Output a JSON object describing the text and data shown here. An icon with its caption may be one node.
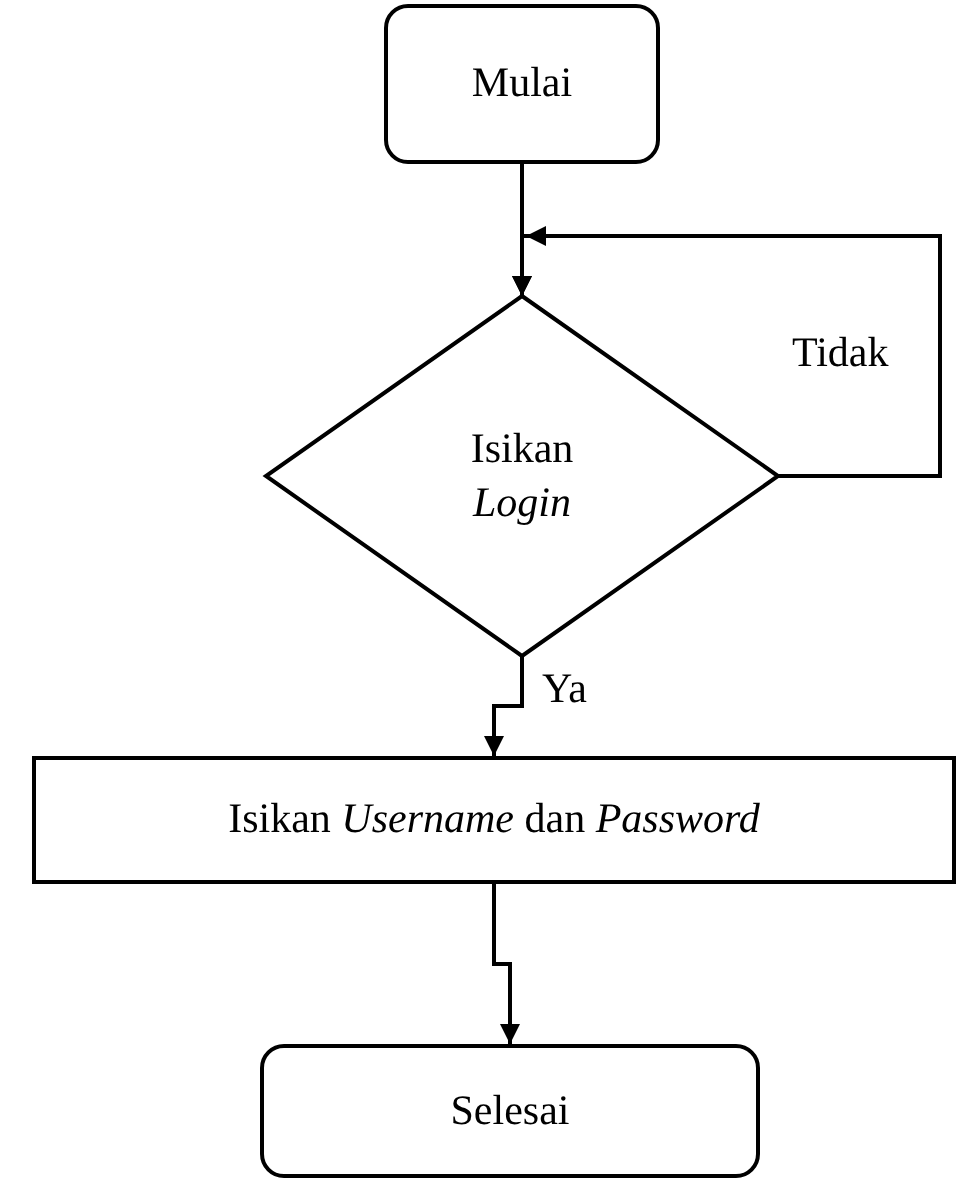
{
  "diagram": {
    "nodes": [
      {
        "text": [
          "Mulai"
        ]
      },
      {
        "text": [
          "Isikan *Login*"
        ]
      },
      {
        "text": [
          "Isikan *Username* dan *Password*"
        ]
      },
      {
        "text": [
          "Selesai"
        ]
      }
    ],
    "edges": [
      {
        "from": 0,
        "to": 1,
        "arrow": "to"
      },
      {
        "from": 1,
        "to": 1,
        "arrow": "to",
        "label": "Tidak"
      },
      {
        "from": 1,
        "to": 2,
        "arrow": "to",
        "label": "Ya"
      },
      {
        "from": 2,
        "to": 3,
        "arrow": "to"
      }
    ]
  }
}
